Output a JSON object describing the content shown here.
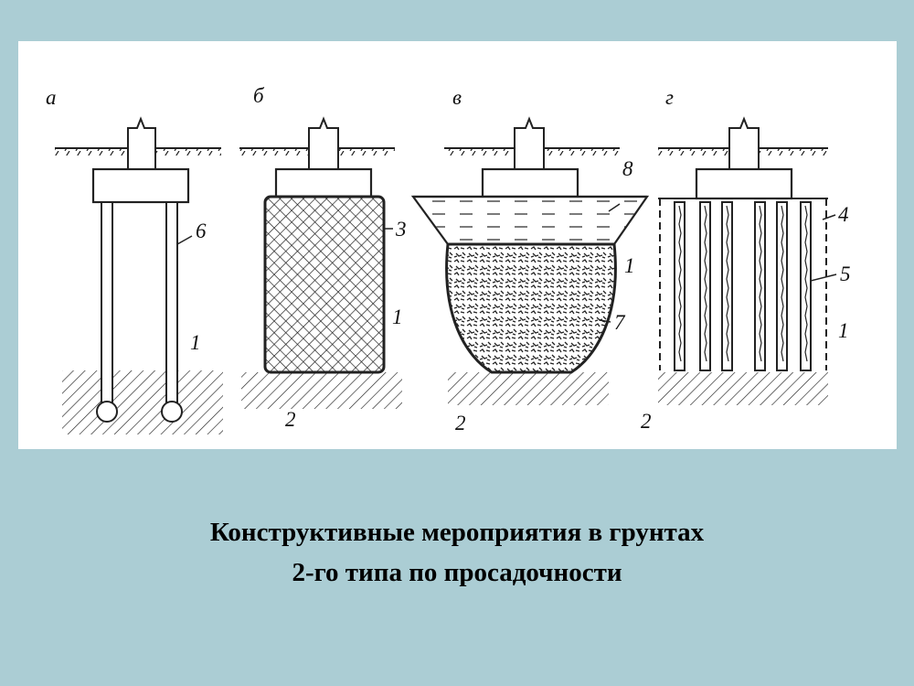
{
  "caption": {
    "line1": "Конструктивные мероприятия в грунтах",
    "line2": "2-го типа по просадочности"
  },
  "panels": [
    {
      "letter": "а",
      "labels": [
        "6",
        "1"
      ]
    },
    {
      "letter": "б",
      "labels": [
        "3",
        "1",
        "2"
      ]
    },
    {
      "letter": "в",
      "labels": [
        "8",
        "1",
        "7",
        "2"
      ]
    },
    {
      "letter": "г",
      "labels": [
        "4",
        "5",
        "1",
        "2"
      ]
    }
  ],
  "colors": {
    "background": "#abcdd4",
    "figure": "#ffffff",
    "ink": "#111111"
  }
}
